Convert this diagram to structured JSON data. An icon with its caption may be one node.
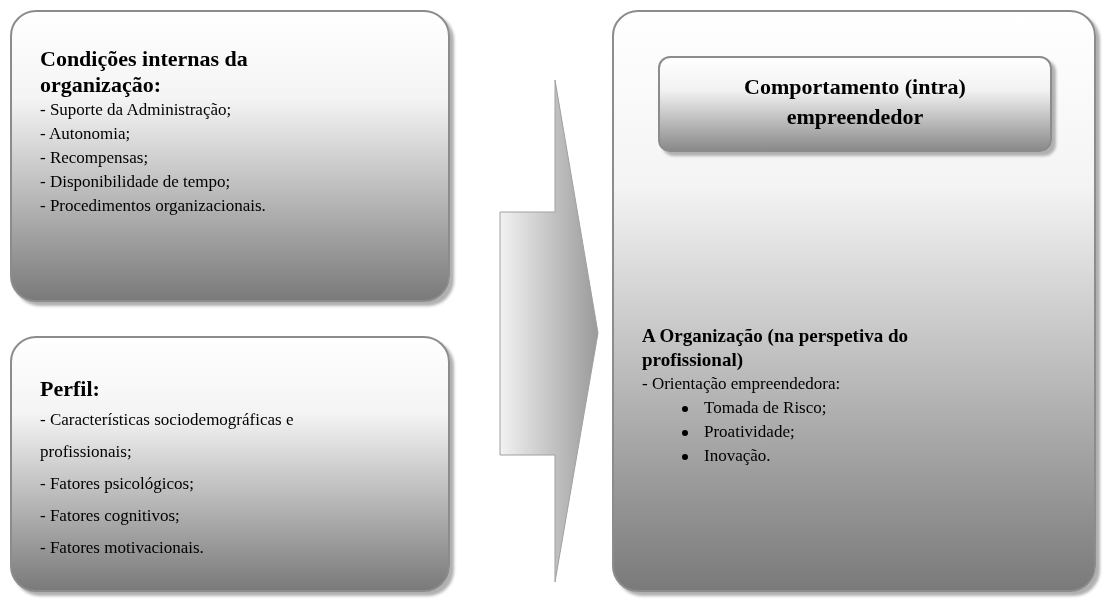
{
  "diagram": {
    "nodes": [
      {
        "text": [
          "Condições internas da organização:",
          "- Suporte da Administração;",
          "- Autonomia;",
          "- Recompensas;",
          "- Disponibilidade de tempo;",
          "- Procedimentos organizacionais."
        ]
      },
      {
        "text": [
          "Perfil:",
          "- Características sociodemográficas e profissionais;",
          "- Fatores psicológicos;",
          "- Fatores cognitivos;",
          "- Fatores motivacionais."
        ]
      },
      {
        "text": [
          "A Organização (na perspetiva do profissional)",
          "- Orientação empreendedora:",
          "Tomada de Risco;",
          "Proatividade;",
          "Inovação."
        ]
      },
      {
        "text": [
          "Comportamento (intra) empreendedor"
        ],
        "in": 2
      }
    ],
    "edges": [
      {
        "from": 0,
        "to": 2,
        "arrow": "to"
      },
      {
        "from": 1,
        "to": 2,
        "arrow": "to"
      }
    ]
  }
}
